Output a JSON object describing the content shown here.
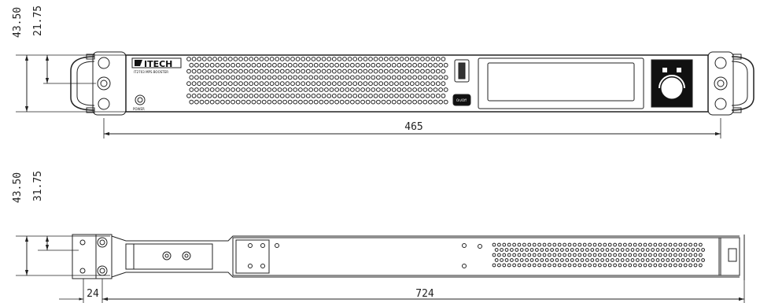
{
  "front_view": {
    "height_dim": "43.50",
    "offset_dim": "21.75",
    "width_dim": "465",
    "brand_text": "ITECH",
    "model_text": "IT2703 MPS BOOSTER",
    "power_label": "POWER",
    "button_label": "On/Off"
  },
  "side_view": {
    "height_dim": "43.50",
    "offset_dim": "31.75",
    "bracket_dim": "24",
    "length_dim": "724"
  }
}
